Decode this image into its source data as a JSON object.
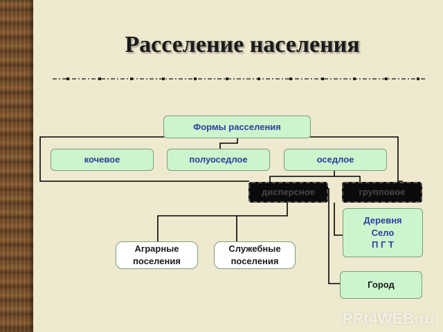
{
  "title": "Расселение населения",
  "boxes": {
    "forms": "Формы расселения",
    "nomadic": "кочевое",
    "semi_sedentary": "полуоседлое",
    "sedentary": "оседлое",
    "dispersed": "дисперсное",
    "clustered": "групповое",
    "agrarian": [
      "Аграрные",
      "поселения"
    ],
    "service": [
      "Служебные",
      "поселения"
    ],
    "village": [
      "Деревня",
      "Село",
      "П Г Т"
    ],
    "city": "Город"
  },
  "watermark": "PPt4WEB.ru",
  "colors": {
    "background": "#efe9cf",
    "box_fill": "#ccf5cd",
    "box_text": "#2c3e9a",
    "dark_box": "#0b0b0b",
    "connector": "#000000"
  }
}
